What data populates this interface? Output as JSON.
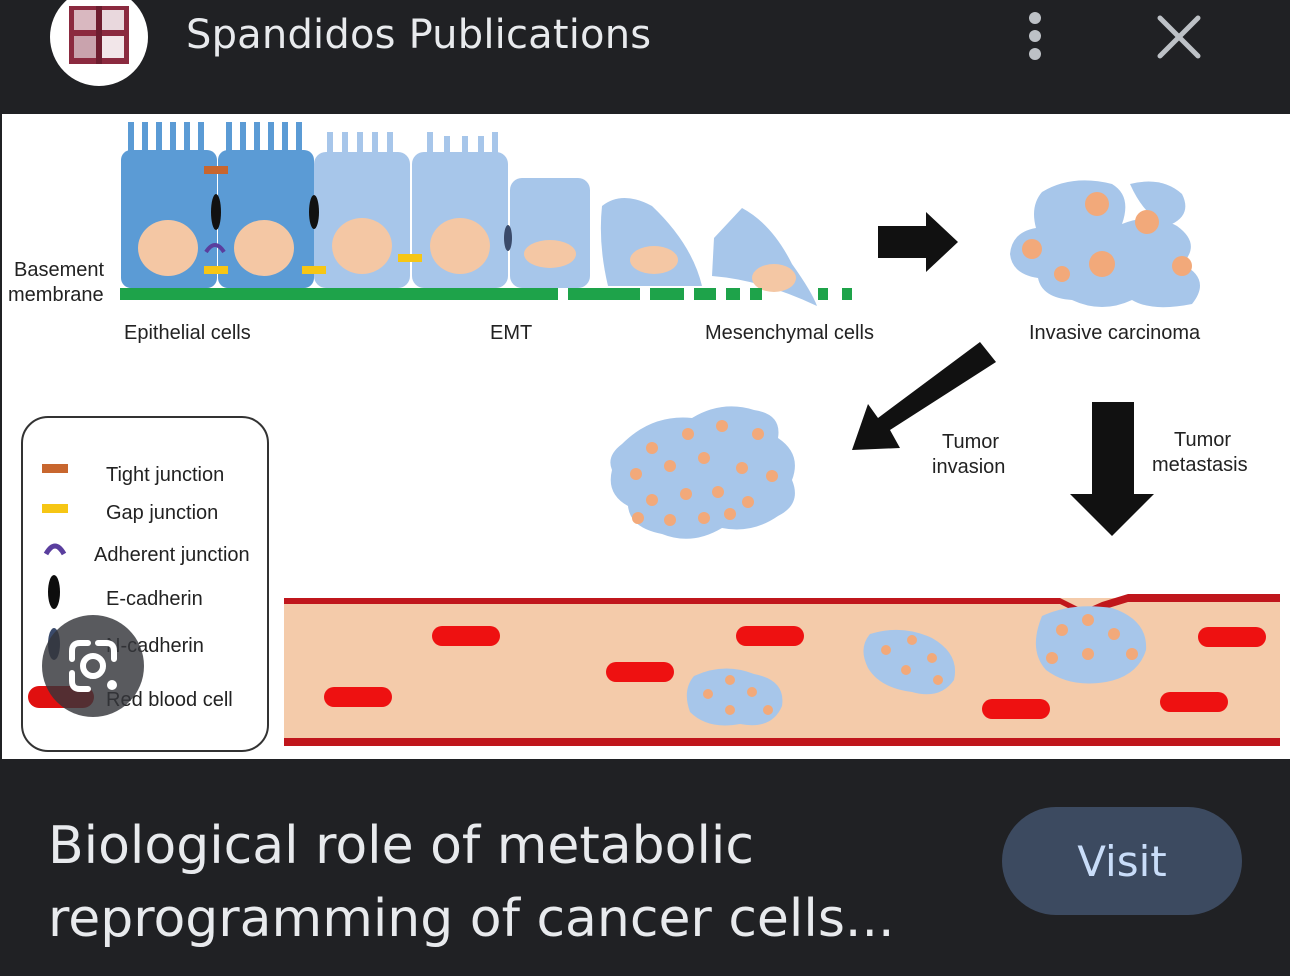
{
  "header": {
    "site_name": "Spandidos Publications",
    "logo_icon": "spandidos-logo-icon",
    "more_icon": "more-vert-icon",
    "close_icon": "close-icon"
  },
  "figure": {
    "labels": {
      "basement_membrane_1": "Basement",
      "basement_membrane_2": "membrane",
      "epithelial": "Epithelial cells",
      "emt": "EMT",
      "mesenchymal": "Mesenchymal cells",
      "invasive": "Invasive carcinoma",
      "tumor_invasion_1": "Tumor",
      "tumor_invasion_2": "invasion",
      "tumor_metastasis_1": "Tumor",
      "tumor_metastasis_2": "metastasis"
    },
    "legend": [
      {
        "label": "Tight junction",
        "color": "#c8662e"
      },
      {
        "label": "Gap junction",
        "color": "#f6c614"
      },
      {
        "label": "Adherent junction",
        "color": "#5a3e9e"
      },
      {
        "label": "E-cadherin",
        "color": "#0d0d0d"
      },
      {
        "label": "N-cadherin",
        "color": "#3a4a6a"
      },
      {
        "label": "Red blood cell",
        "color": "#e01010"
      }
    ],
    "colors": {
      "cell_dark": "#5b9bd5",
      "cell_light": "#a7c6ea",
      "nucleus": "#f4c7a4",
      "membrane": "#1ea34a",
      "vessel": "#f4cbaa",
      "vessel_wall": "#c0161c",
      "rbc": "#ee1111"
    }
  },
  "result": {
    "title": "Biological role of metabolic reprogramming of cancer cells...",
    "visit_label": "Visit"
  },
  "overlay": {
    "lens_icon": "google-lens-icon"
  }
}
